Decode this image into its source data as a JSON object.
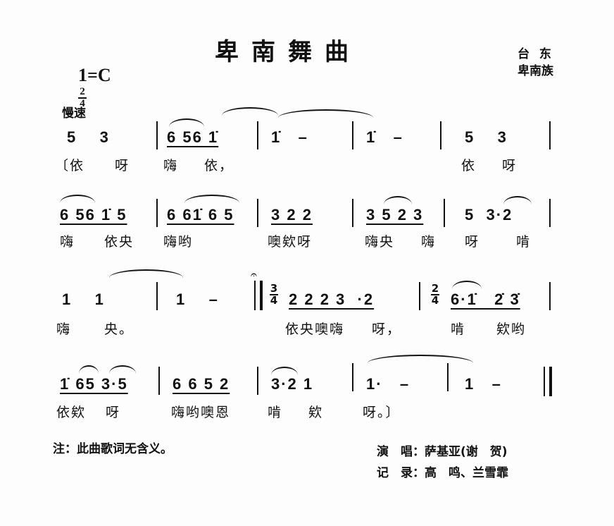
{
  "header": {
    "key": "1=C",
    "time_num": "2",
    "time_den": "4",
    "title": "卑南舞曲",
    "region": "台 东",
    "ethnic": "卑南族",
    "tempo": "慢速"
  },
  "lines": [
    {
      "measures": [
        "5    3",
        "6 56 1̇",
        "1̇   –",
        "1̇   –",
        "5    3"
      ],
      "lyrics": [
        "〔依",
        "呀",
        "嗨",
        "依，",
        "依",
        "呀"
      ]
    },
    {
      "measures": [
        "6 56 1̇ 5",
        "6 61̇ 6 5",
        "3 2 2",
        "3 5 2 3",
        "5  3·2"
      ],
      "lyrics": [
        "嗨",
        "依央",
        "嗨哟",
        "噢欸呀",
        "嗨央",
        "嗨",
        "呀",
        "啃"
      ]
    },
    {
      "measures": [
        "1    1",
        "1    –",
        "2 2 2 3  ·2",
        "6·1̇   2̇ 3̇"
      ],
      "time_changes": [
        {
          "num": "3",
          "den": "4"
        },
        {
          "num": "2",
          "den": "4"
        }
      ],
      "lyrics": [
        "嗨",
        "央。",
        "依央噢嗨",
        "呀，",
        "啃",
        "欸哟"
      ]
    },
    {
      "measures": [
        "1̇ 65 3·5",
        "6 6 5 2",
        "3·2 1",
        "1·   –",
        "1   –"
      ],
      "lyrics": [
        "依欸",
        "呀",
        "嗨哟噢恩",
        "啃",
        "欸",
        "呀。〕"
      ]
    }
  ],
  "footer": {
    "note": "注：此曲歌词无含义。",
    "singer_label": "演　唱：",
    "singer": "萨基亚(谢　贺)",
    "recorder_label": "记　录：",
    "recorder": "高　鸣、兰雪霏"
  }
}
